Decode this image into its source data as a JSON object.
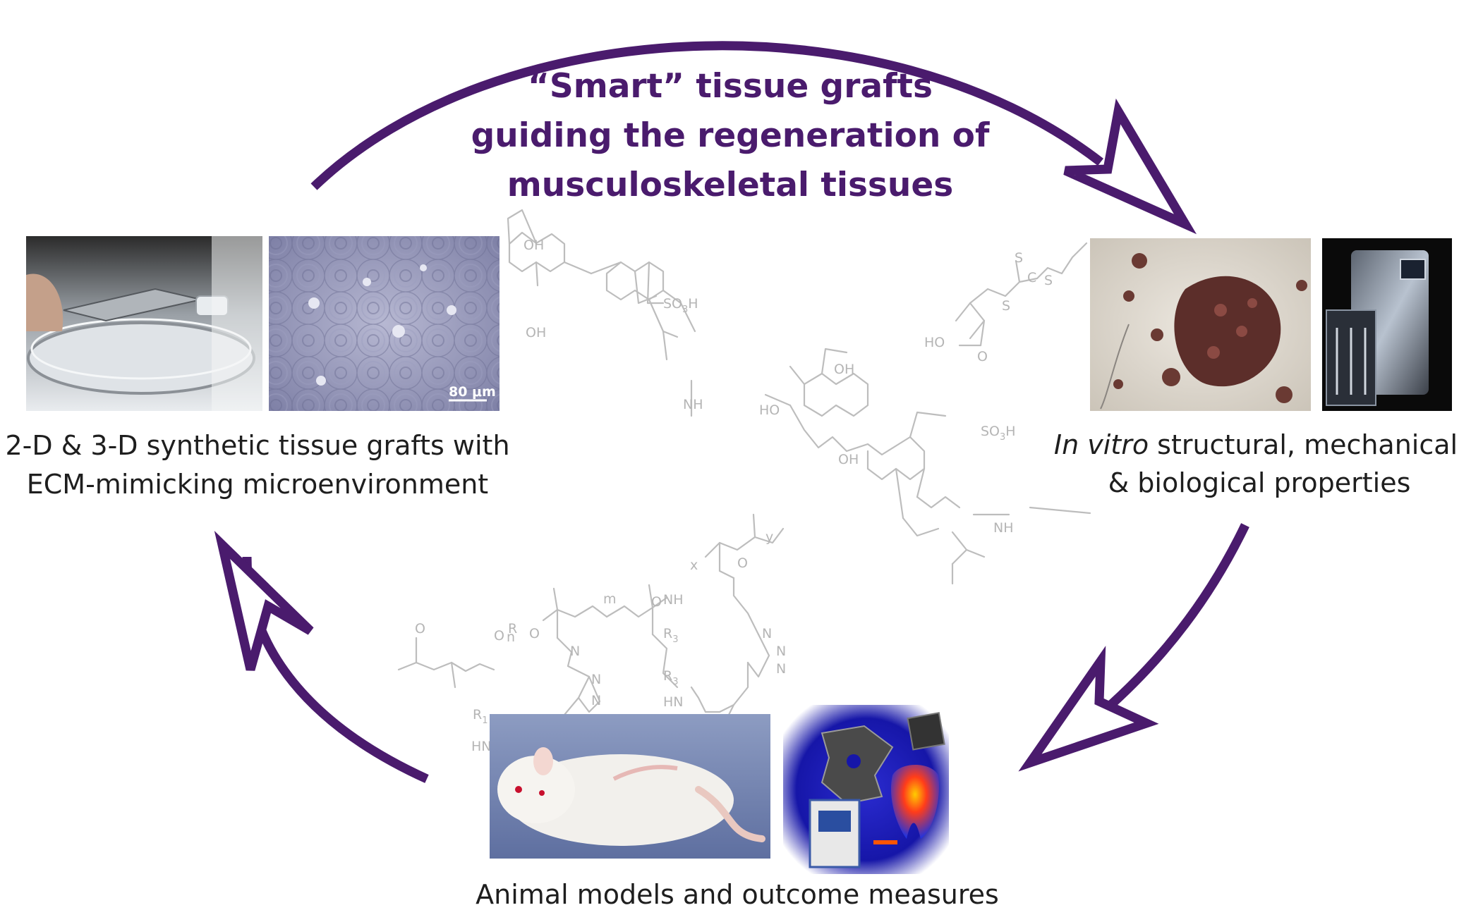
{
  "title": {
    "line1": "“Smart” tissue grafts",
    "line2": "guiding the regeneration of",
    "line3": "musculoskeletal tissues"
  },
  "stages": {
    "synthesis": {
      "caption_line1": "2-D & 3-D synthetic tissue grafts with",
      "caption_line2": "ECM-mimicking microenvironment",
      "scale_bar_label": "80 μm"
    },
    "in_vitro": {
      "caption_italic": "In vitro",
      "caption_rest": " structural, mechanical",
      "caption_line2": "& biological properties"
    },
    "animal": {
      "caption": "Animal models and outcome measures"
    }
  },
  "chemistry_labels": {
    "oh": "OH",
    "so3h": "SO",
    "so3h_sub": "3",
    "so3h_end": "H",
    "nh": "NH",
    "ho": "HO",
    "o": "O",
    "s": "S",
    "c": "C",
    "r3": "R",
    "r3_sub": "3",
    "r1": "R",
    "r1_sub": "1",
    "n": "N",
    "hn": "HN",
    "m": "m",
    "n_sub": "n",
    "x": "x",
    "y": "y",
    "r": "R"
  },
  "colors": {
    "arrow": "#4a1b6d",
    "title": "#4a1b6d",
    "chem": "#bdbdbd",
    "caption": "#1e1e1e"
  },
  "icons": {
    "arrows": "curved-cycle-arrows"
  }
}
